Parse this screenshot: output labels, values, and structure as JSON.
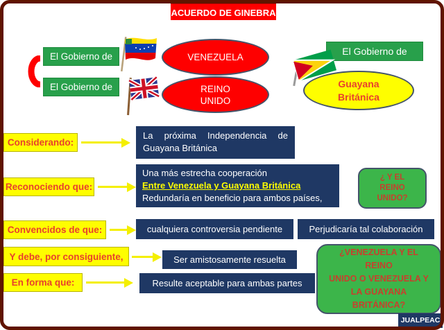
{
  "title": {
    "text": "ACUERDO DE GINEBRA"
  },
  "parties": {
    "left_gov_top": "El Gobierno de",
    "left_gov_bottom": "El Gobierno de",
    "right_gov": "El Gobierno de",
    "venezuela": "VENEZUELA",
    "reino_unido": "REINO\nUNIDO",
    "guayana_britanica": "Guayana\nBritánica"
  },
  "icons": {
    "venezuela_flag": "venezuela-flag",
    "uk_flag": "uk-flag",
    "guyana_flag": "guyana-flag",
    "brace": "left-brace"
  },
  "rows": [
    {
      "label": "Considerando:",
      "line1": "La próxima Independencia de",
      "line2": "Guayana Británica"
    },
    {
      "label": "Reconociendo que:",
      "line1": "Una más estrecha cooperación",
      "line2": "Entre Venezuela y Guayana Británica",
      "line3": "Redundaría en beneficio para ambos países,"
    },
    {
      "label": "Convencidos de que:",
      "box1": "cualquiera controversia pendiente",
      "box2": "Perjudicaría tal colaboración"
    },
    {
      "label": "Y debe, por consiguiente,",
      "box": "Ser amistosamente resuelta"
    },
    {
      "label": "En forma que:",
      "box": "Resulte aceptable para ambas partes"
    }
  ],
  "questions": {
    "reino_unido": "¿ Y EL\nREINO\nUNIDO?",
    "venezuela_reino": "¿VENEZUELA Y EL\nREINO\nUNIDO O VENEZUELA Y\nLA GUAYANA\nBRITÁNICA?"
  },
  "credit": "JUALPEAC",
  "colors": {
    "red": "#FE0000",
    "green": "#28A04B",
    "question_green": "#3CB54A",
    "yellow": "#FEFE00",
    "navy": "#1F3864",
    "label_red": "#E8402D",
    "ellipse_border": "#44546A",
    "frame_border": "#601400"
  }
}
